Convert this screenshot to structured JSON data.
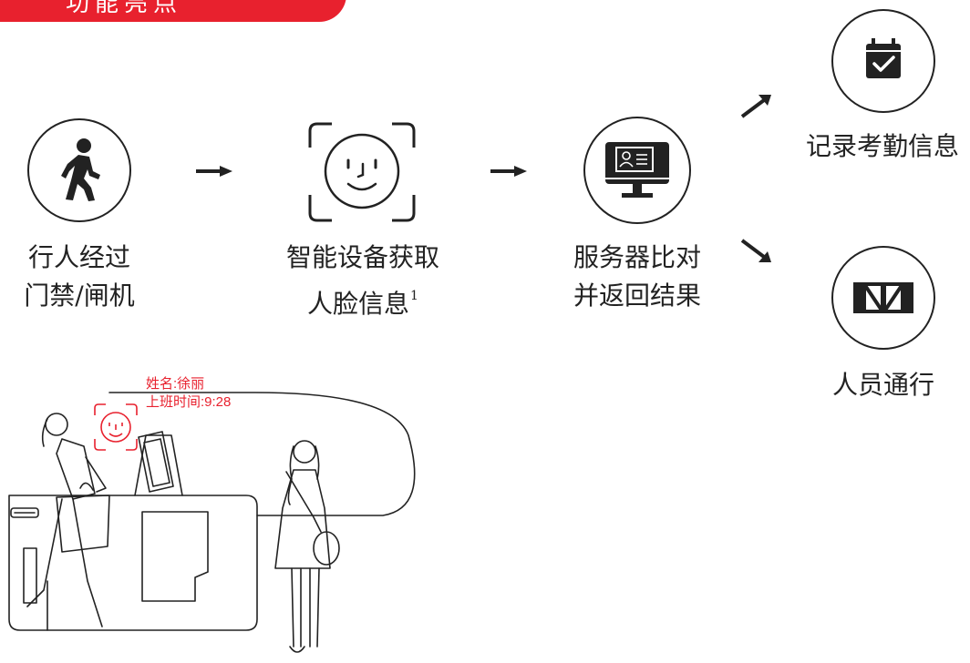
{
  "banner": {
    "title": "功能亮点"
  },
  "flow": {
    "step1": {
      "line1": "行人经过",
      "line2": "门禁/闸机"
    },
    "step2": {
      "line1": "智能设备获取",
      "line2": "人脸信息",
      "footnote": "1"
    },
    "step3": {
      "line1": "服务器比对",
      "line2": "并返回结果"
    },
    "outcome1": {
      "label": "记录考勤信息"
    },
    "outcome2": {
      "label": "人员通行"
    }
  },
  "scene": {
    "name_line": "姓名:徐丽",
    "time_line": "上班时间:9:28"
  },
  "colors": {
    "accent": "#e8212e",
    "ink": "#222222"
  },
  "icons": [
    "walking-person-icon",
    "face-scan-icon",
    "monitor-id-card-icon",
    "calendar-check-icon",
    "turnstile-gate-icon"
  ]
}
